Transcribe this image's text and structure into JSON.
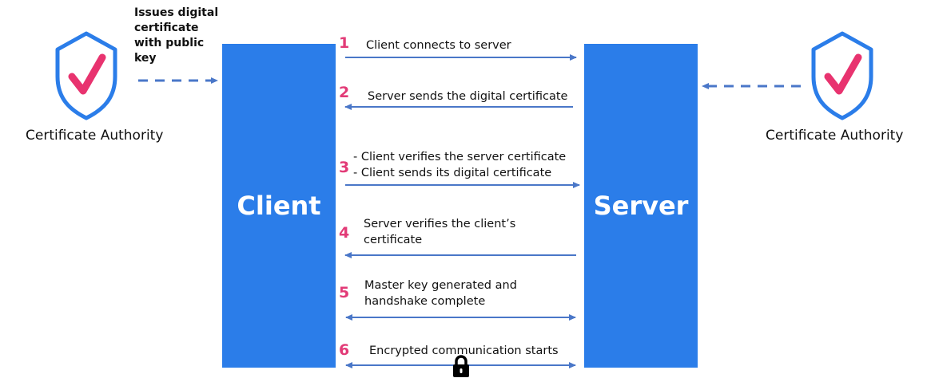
{
  "left_ca": {
    "label": "Certificate Authority",
    "note": [
      "Issues digital",
      "certificate",
      "with public",
      "key"
    ]
  },
  "right_ca": {
    "label": "Certificate Authority"
  },
  "client": {
    "label": "Client"
  },
  "server": {
    "label": "Server"
  },
  "steps": [
    {
      "number": "1",
      "lines": [
        "Client connects to server"
      ]
    },
    {
      "number": "2",
      "lines": [
        "Server sends the digital certificate"
      ]
    },
    {
      "number": "3",
      "lines": [
        "- Client verifies the server certificate",
        "- Client sends its digital certificate"
      ]
    },
    {
      "number": "4",
      "lines": [
        "Server verifies the client’s",
        "certificate"
      ]
    },
    {
      "number": "5",
      "lines": [
        "Master key generated and",
        "handshake complete"
      ]
    },
    {
      "number": "6",
      "lines": [
        "Encrypted communication starts"
      ]
    }
  ],
  "colors": {
    "column": "#2b7de9",
    "arrow": "#4a77c8",
    "step_number": "#e23b77",
    "check": "#e8336f",
    "shield": "#2b7de9"
  },
  "icons": [
    "shield-check-icon",
    "lock-icon"
  ]
}
